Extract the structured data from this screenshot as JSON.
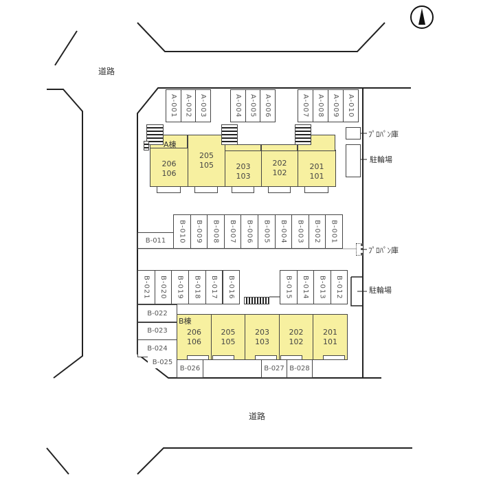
{
  "compass": {
    "icon": "north-arrow-icon"
  },
  "roads": {
    "top": "道路",
    "bottom": "道路"
  },
  "building_a": {
    "name": "A棟",
    "units": [
      {
        "upper": "206",
        "lower": "106"
      },
      {
        "upper": "205",
        "lower": "105"
      },
      {
        "upper": "203",
        "lower": "103"
      },
      {
        "upper": "202",
        "lower": "102"
      },
      {
        "upper": "201",
        "lower": "101"
      }
    ],
    "parking": [
      "A-001",
      "A-002",
      "A-003",
      "A-004",
      "A-005",
      "A-006",
      "A-007",
      "A-008",
      "A-009",
      "A-010"
    ],
    "propane": "ﾌﾟﾛﾊﾟﾝ庫",
    "bike": "駐輪場"
  },
  "building_b": {
    "name": "B棟",
    "units": [
      {
        "upper": "206",
        "lower": "106"
      },
      {
        "upper": "205",
        "lower": "105"
      },
      {
        "upper": "203",
        "lower": "103"
      },
      {
        "upper": "202",
        "lower": "102"
      },
      {
        "upper": "201",
        "lower": "101"
      }
    ],
    "parking_row1_vertical": [
      "B-010",
      "B-009",
      "B-008",
      "B-007",
      "B-006",
      "B-005",
      "B-004",
      "B-003",
      "B-002",
      "B-001"
    ],
    "parking_row1_horizontal": "B-011",
    "parking_row2_left": [
      "B-021",
      "B-020",
      "B-019",
      "B-018",
      "B-017",
      "B-016"
    ],
    "parking_row2_right": [
      "B-015",
      "B-014",
      "B-013",
      "B-012"
    ],
    "parking_left_column": [
      "B-022",
      "B-023",
      "B-024"
    ],
    "parking_b025": "B-025",
    "parking_bottom": [
      "B-026",
      "B-027",
      "B-028"
    ],
    "propane": "ﾌﾟﾛﾊﾟﾝ庫",
    "bike": "駐輪場"
  }
}
